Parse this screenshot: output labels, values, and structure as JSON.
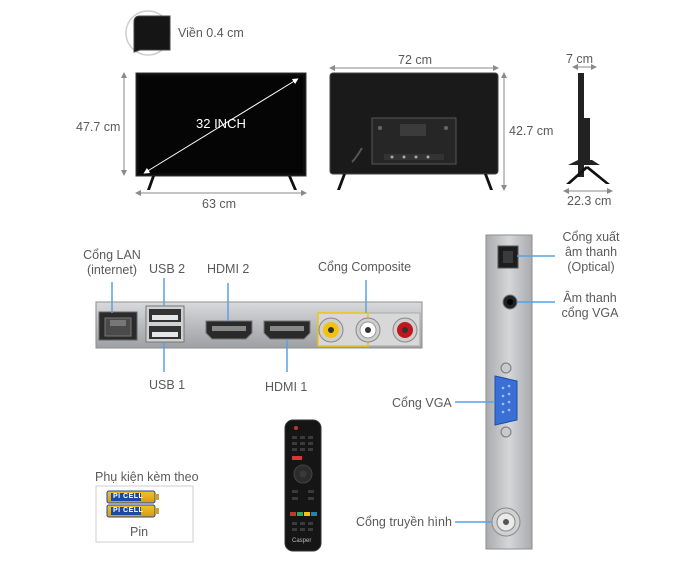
{
  "bezel": {
    "label": "Viền 0.4 cm"
  },
  "front_view": {
    "diagonal_label": "32 INCH",
    "height_label": "47.7 cm",
    "width_label": "63 cm"
  },
  "back_view": {
    "width_label": "72 cm",
    "height_label": "42.7 cm"
  },
  "side_view": {
    "depth_label": "7 cm",
    "stand_depth_label": "22.3 cm"
  },
  "ports": {
    "lan_label": "Cổng LAN\n(internet)",
    "usb2_label": "USB 2",
    "hdmi2_label": "HDMI 2",
    "composite_label": "Cổng Composite",
    "usb1_label": "USB 1",
    "hdmi1_label": "HDMI 1"
  },
  "side_ports": {
    "optical_label": "Cổng xuất\nâm thanh\n(Optical)",
    "vga_audio_label": "Âm thanh\ncổng VGA",
    "vga_label": "Cổng VGA",
    "antenna_label": "Cổng truyền hình"
  },
  "accessories": {
    "title": "Phụ kiện kèm theo",
    "battery_label": "Pin",
    "battery_brand": "PI CELL"
  },
  "remote": {
    "brand": "Casper"
  },
  "colors": {
    "line": "#8a8a8a",
    "tv_black": "#111111",
    "accent_blue": "#3a7bd5"
  }
}
